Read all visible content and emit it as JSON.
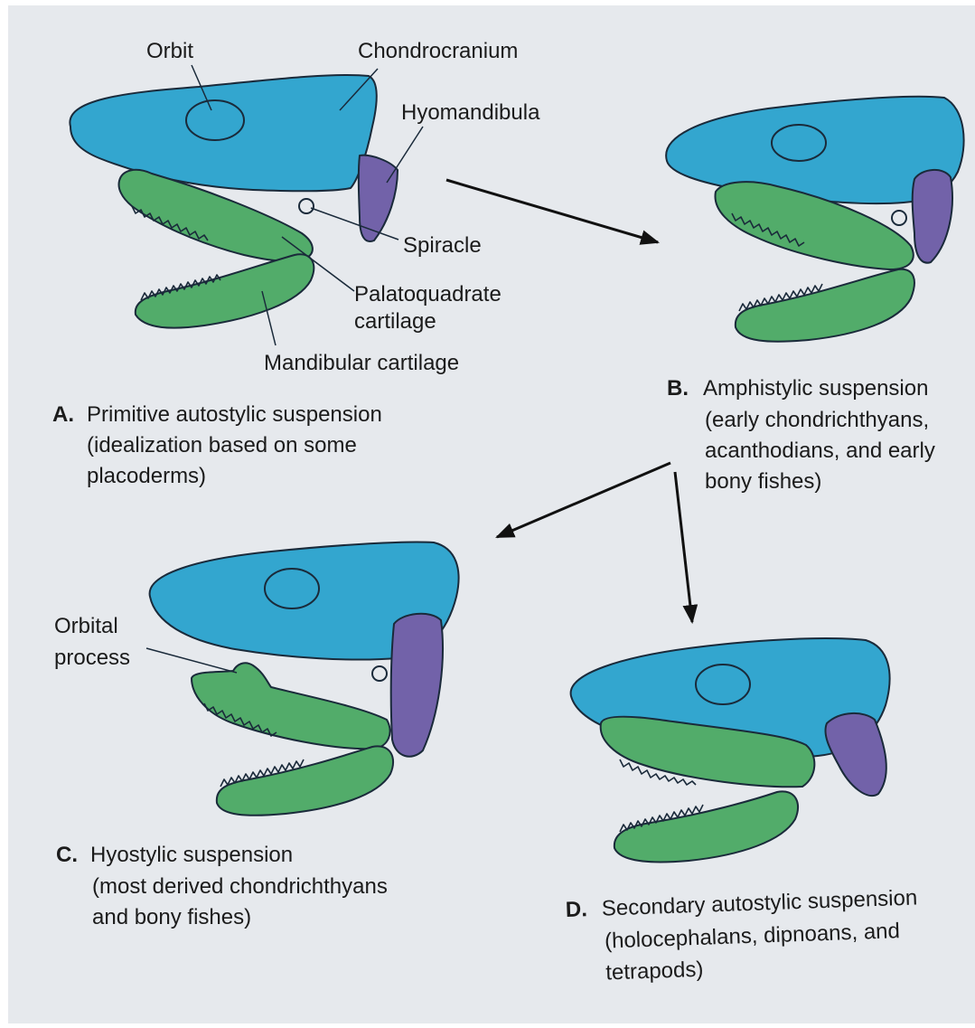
{
  "colors": {
    "chondrocranium": "#33a6cf",
    "hyomandibula": "#7262a9",
    "jaw_cartilage": "#52ac6a",
    "outline": "#1a2a3a",
    "paper": "#e6e9ed"
  },
  "labels": {
    "orbit": "Orbit",
    "chondrocranium": "Chondrocranium",
    "hyomandibula": "Hyomandibula",
    "spiracle": "Spiracle",
    "palatoquadrate": [
      "Palatoquadrate",
      "cartilage"
    ],
    "mandibular": "Mandibular cartilage",
    "orbital_process": [
      "Orbital",
      "process"
    ]
  },
  "panels": {
    "a": {
      "letter": "A.",
      "title": "Primitive autostylic suspension",
      "lines": [
        "(idealization based on some",
        "placoderms)"
      ]
    },
    "b": {
      "letter": "B.",
      "title": "Amphistylic suspension",
      "lines": [
        "(early chondrichthyans,",
        "acanthodians, and early",
        "bony fishes)"
      ]
    },
    "c": {
      "letter": "C.",
      "title": "Hyostylic suspension",
      "lines": [
        "(most derived chondrichthyans",
        "and bony fishes)"
      ]
    },
    "d": {
      "letter": "D.",
      "title": "Secondary autostylic suspension",
      "lines": [
        "(holocephalans, dipnoans, and",
        "tetrapods)"
      ]
    }
  }
}
